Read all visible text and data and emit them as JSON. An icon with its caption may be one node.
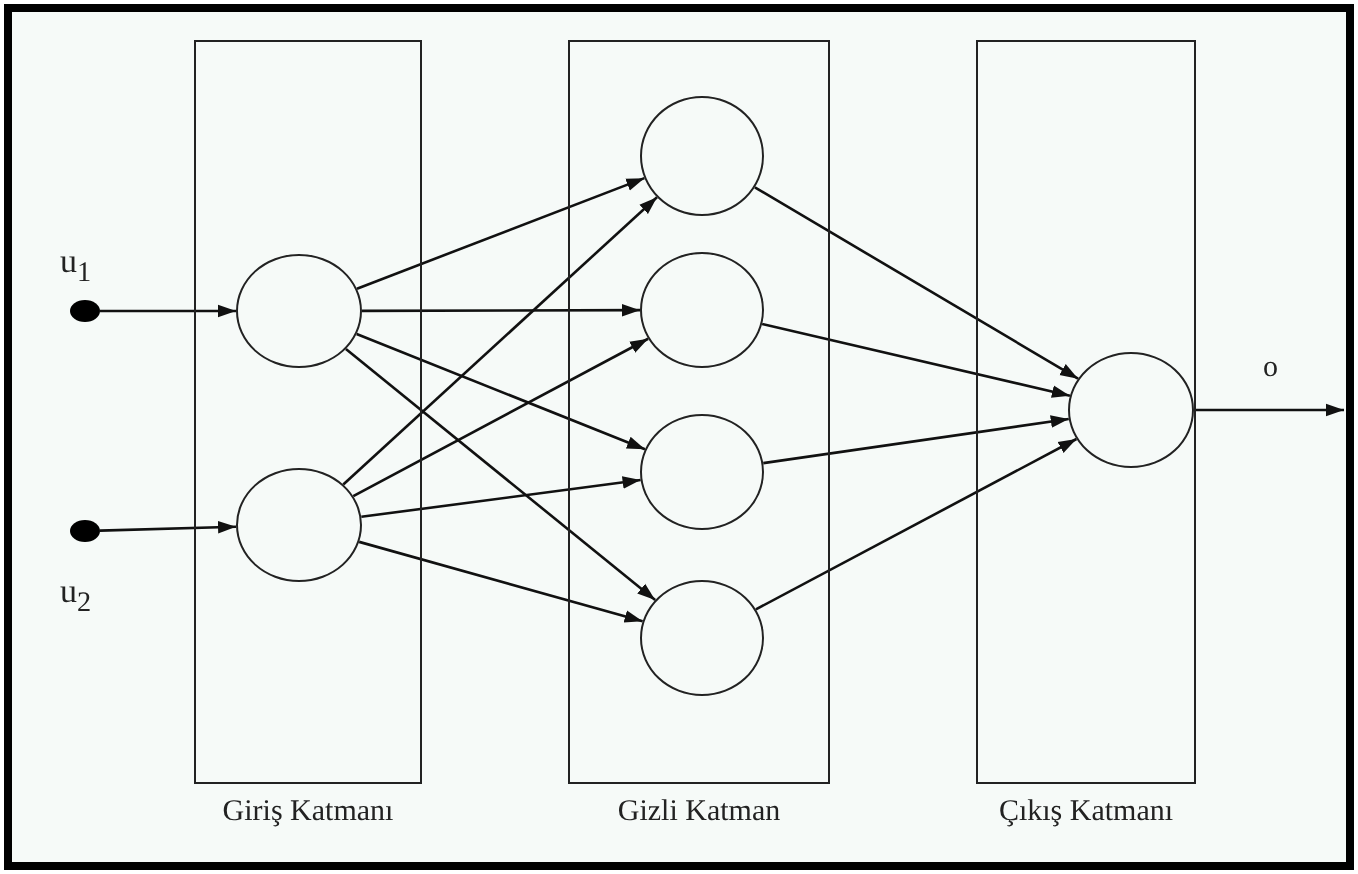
{
  "diagram": {
    "nodes": [
      {
        "text": [],
        "shape": "circle",
        "beside": [
          "u$_{1}$"
        ]
      },
      {
        "text": [],
        "shape": "circle",
        "beside": [
          "u$_{2}$"
        ]
      },
      {
        "text": [
          "Giriş Katmanı"
        ]
      },
      {
        "text": [],
        "shape": "circle",
        "in": 2
      },
      {
        "text": [],
        "shape": "circle",
        "in": 2
      },
      {
        "text": [
          "Gizli Katman"
        ]
      },
      {
        "text": [],
        "shape": "circle",
        "in": 5
      },
      {
        "text": [],
        "shape": "circle",
        "in": 5
      },
      {
        "text": [],
        "shape": "circle",
        "in": 5
      },
      {
        "text": [],
        "shape": "circle",
        "in": 5
      },
      {
        "text": [
          "Çıkış Katmanı"
        ]
      },
      {
        "text": [],
        "shape": "circle",
        "in": 10
      }
    ],
    "edges": [
      {
        "from": 0,
        "to": 3,
        "arrow": "to"
      },
      {
        "from": 1,
        "to": 4,
        "arrow": "to"
      },
      {
        "from": 3,
        "to": 6,
        "arrow": "to"
      },
      {
        "from": 3,
        "to": 7,
        "arrow": "to"
      },
      {
        "from": 3,
        "to": 8,
        "arrow": "to"
      },
      {
        "from": 3,
        "to": 9,
        "arrow": "to"
      },
      {
        "from": 4,
        "to": 6,
        "arrow": "to"
      },
      {
        "from": 4,
        "to": 7,
        "arrow": "to"
      },
      {
        "from": 4,
        "to": 8,
        "arrow": "to"
      },
      {
        "from": 4,
        "to": 9,
        "arrow": "to"
      },
      {
        "from": 6,
        "to": 11,
        "arrow": "to"
      },
      {
        "from": 7,
        "to": 11,
        "arrow": "to"
      },
      {
        "from": 8,
        "to": 11,
        "arrow": "to"
      },
      {
        "from": 9,
        "to": 11,
        "arrow": "to"
      },
      {
        "from": 11,
        "to": null,
        "label": "o",
        "arrow": "to"
      }
    ]
  }
}
